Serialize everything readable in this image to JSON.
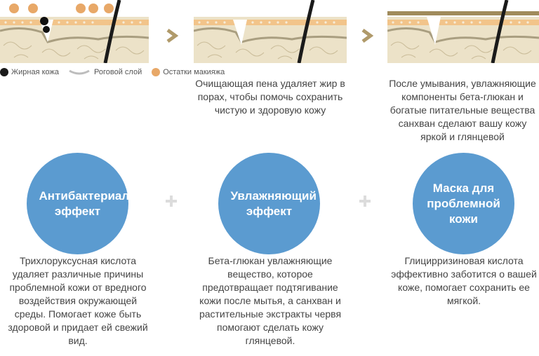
{
  "legend": {
    "items": [
      {
        "label": "Жирная кожа",
        "color": "#1a1a1a",
        "icon": "black-dot-icon"
      },
      {
        "label": "Роговой слой",
        "color": "#bdbdbd",
        "icon": "gray-arc-icon"
      },
      {
        "label": "Остатки макияжа",
        "color": "#e8a868",
        "icon": "orange-dot-icon"
      }
    ]
  },
  "steps": [
    {
      "text": ""
    },
    {
      "text": "Очищающая пена удаляет жир в порах, чтобы помочь сохранить чистую и здоровую кожу"
    },
    {
      "text": "После умывания, увлажняющие компоненты бета-глюкан и богатые питательные вещества санхван сделают вашу кожу яркой и глянцевой"
    }
  ],
  "effects": [
    {
      "title": "Антибактериальный эффект",
      "text": "Трихлоруксусная кислота удаляет различные причины проблемной кожи от вредного воздействия окружающей среды. Помогает коже быть здоровой и придает ей свежий вид."
    },
    {
      "title": "Увлажняющий эффект",
      "text": "Бета-глюкан увлажняющие вещество, которое предотвращает подтягивание кожи после мытья, а санхван и растительные экстракты червя помогают сделать кожу глянцевой."
    },
    {
      "title": "Маска для проблемной кожи",
      "text": "Глицирризиновая кислота эффективно заботится о вашей коже, помогает сохранить ее мягкой."
    }
  ],
  "colors": {
    "circle": "#5b9bd0",
    "skin": "#ece2c8",
    "skin_fibers": "#c9bb98",
    "band": "#f2c48a",
    "band_dots": "#f7ecd8",
    "arrow": "#b09a6a",
    "plus": "#dcdcdc",
    "hair": "#1a1a1a",
    "makeup": "#e8a868",
    "oil": "#111111"
  }
}
